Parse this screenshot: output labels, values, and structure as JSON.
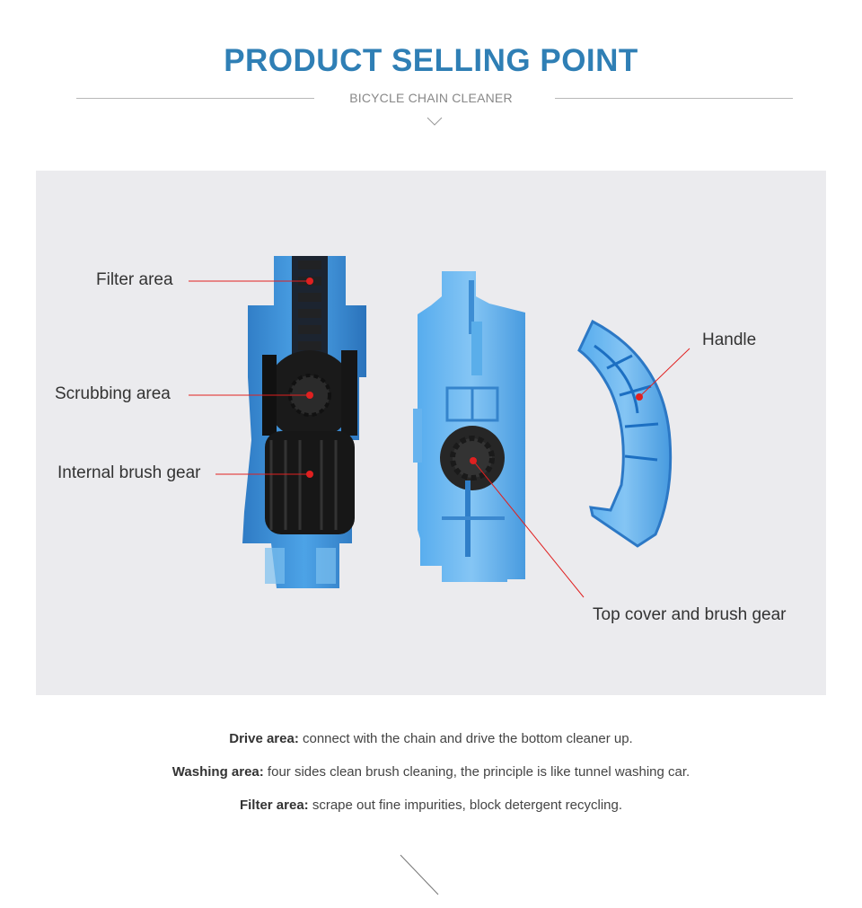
{
  "header": {
    "title": "PRODUCT SELLING POINT",
    "subtitle": "BICYCLE CHAIN CLEANER"
  },
  "callouts": {
    "filter_area": "Filter area",
    "scrubbing_area": "Scrubbing area",
    "internal_brush_gear": "Internal brush gear",
    "handle": "Handle",
    "top_cover": "Top cover and brush gear"
  },
  "descriptions": [
    {
      "term": "Drive area:",
      "text": " connect with the chain and drive the bottom cleaner up."
    },
    {
      "term": "Washing area:",
      "text": " four sides clean brush cleaning, the principle is like tunnel washing car."
    },
    {
      "term": "Filter area:",
      "text": " scrape out fine impurities, block detergent recycling."
    }
  ],
  "colors": {
    "title_blue": "#2f7fb5",
    "product_blue": "#1f7fd0",
    "callout_red": "#e02020",
    "photo_bg": "#ebebee"
  }
}
